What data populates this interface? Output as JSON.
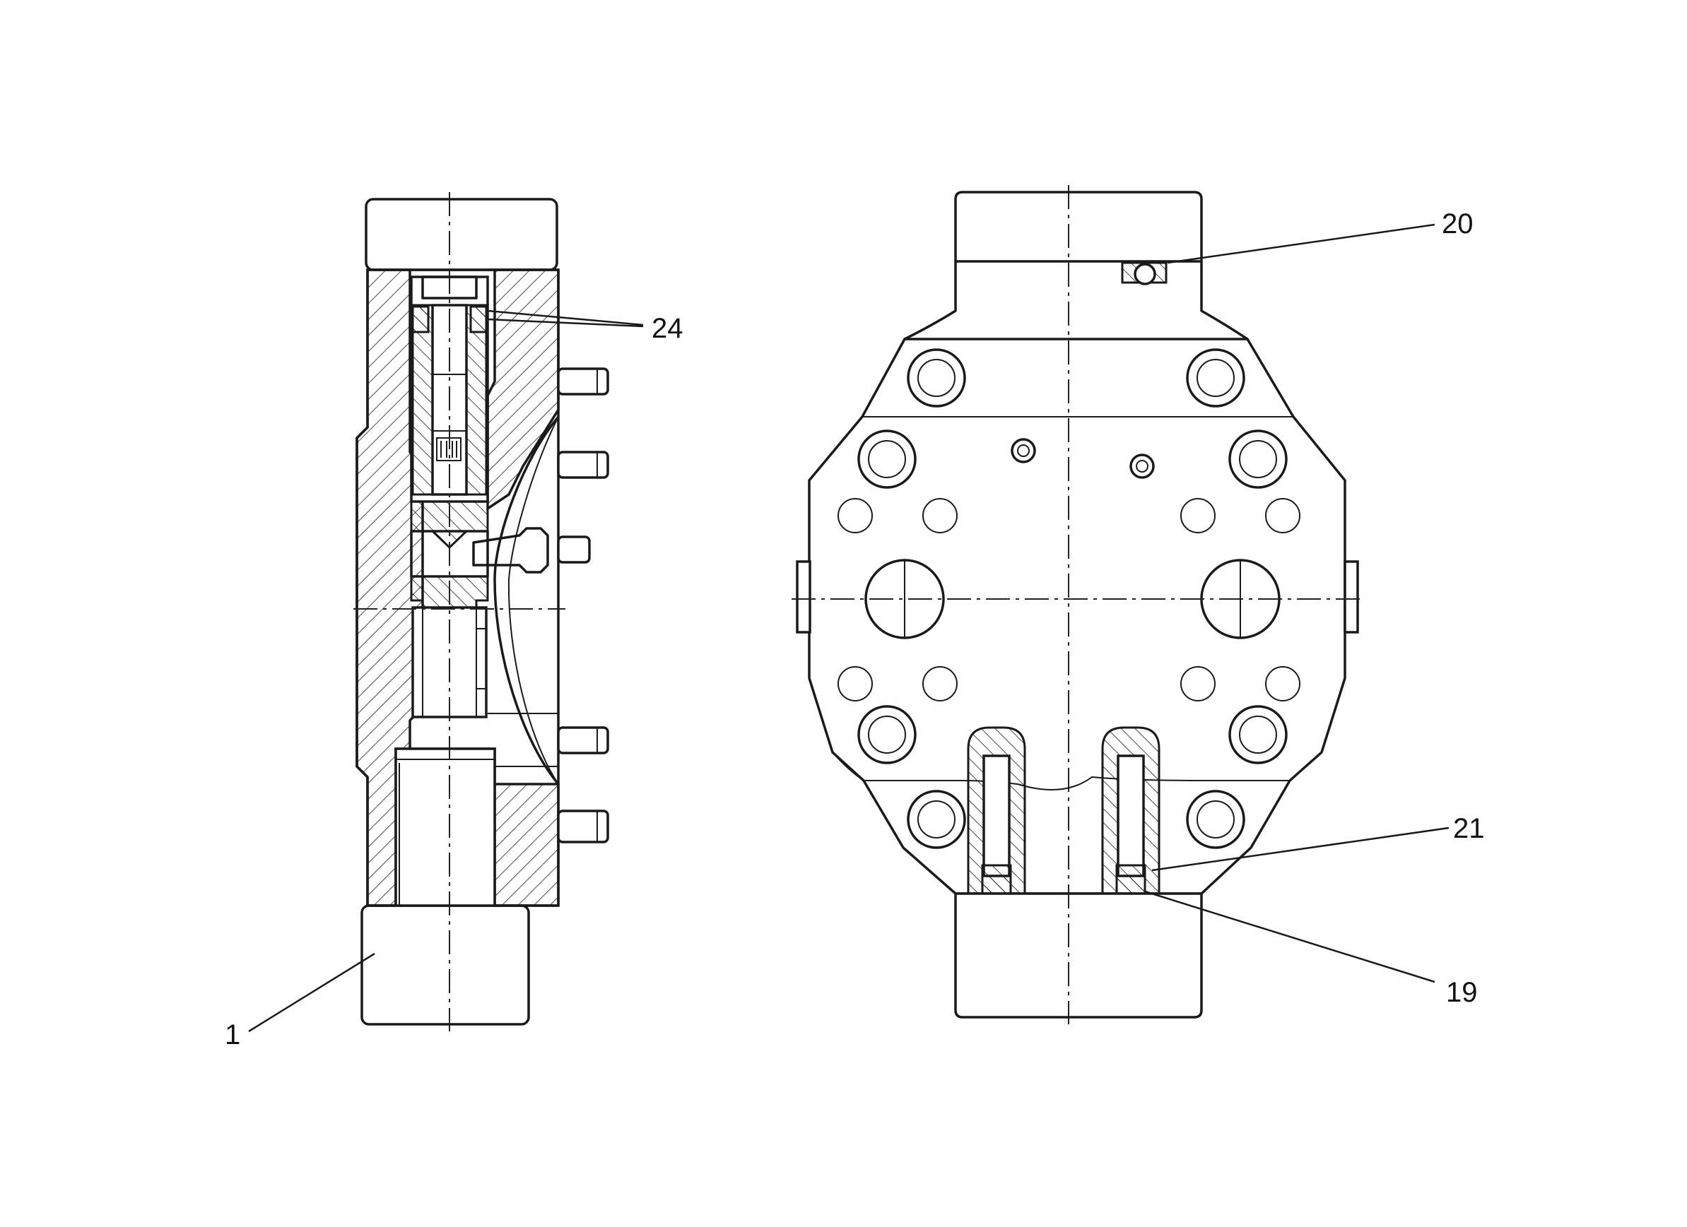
{
  "callouts": {
    "c1": "1",
    "c19": "19",
    "c20": "20",
    "c21": "21",
    "c24": "24"
  }
}
